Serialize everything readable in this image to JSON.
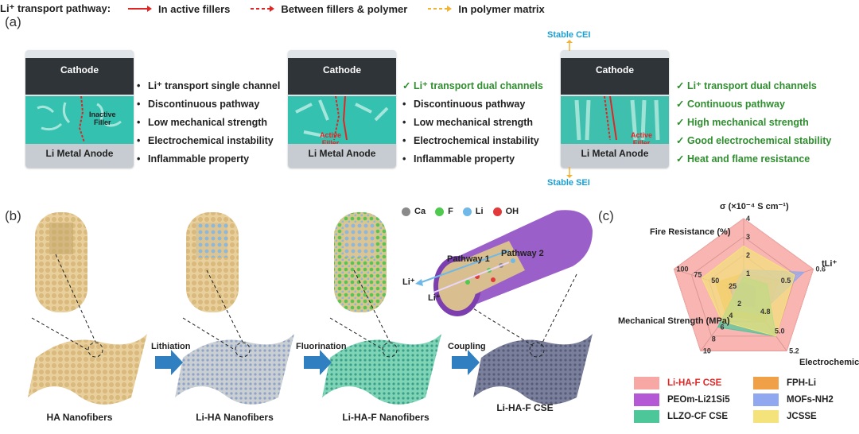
{
  "panels": {
    "a": "(a)",
    "b": "(b)",
    "c": "(c)"
  },
  "transport_legend": {
    "title": "Li⁺ transport pathway:",
    "items": [
      {
        "label": "In active fillers",
        "color": "#e02525",
        "style": "solid"
      },
      {
        "label": "Between fillers & polymer",
        "color": "#e02525",
        "style": "dashed"
      },
      {
        "label": "In polymer matrix",
        "color": "#f2b233",
        "style": "dashed"
      }
    ]
  },
  "cells": [
    {
      "cathode": "Cathode",
      "anode": "Li Metal Anode",
      "filler": "Inactive\nFiller"
    },
    {
      "cathode": "Cathode",
      "anode": "Li Metal Anode",
      "filler": "Active\nFiller"
    },
    {
      "cathode": "Cathode",
      "anode": "Li Metal Anode",
      "filler": "Active\nFiller"
    }
  ],
  "stable_cei": "Stable CEI",
  "stable_sei": "Stable SEI",
  "lists": [
    {
      "items": [
        {
          "mark": "•",
          "text": "Li⁺ transport single channel",
          "good": false
        },
        {
          "mark": "•",
          "text": "Discontinuous pathway",
          "good": false
        },
        {
          "mark": "•",
          "text": "Low mechanical strength",
          "good": false
        },
        {
          "mark": "•",
          "text": "Electrochemical instability",
          "good": false
        },
        {
          "mark": "•",
          "text": "Inflammable property",
          "good": false
        }
      ]
    },
    {
      "items": [
        {
          "mark": "✓",
          "text": "Li⁺ transport dual channels",
          "good": true
        },
        {
          "mark": "•",
          "text": "Discontinuous pathway",
          "good": false
        },
        {
          "mark": "•",
          "text": "Low mechanical strength",
          "good": false
        },
        {
          "mark": "•",
          "text": "Electrochemical instability",
          "good": false
        },
        {
          "mark": "•",
          "text": "Inflammable property",
          "good": false
        }
      ]
    },
    {
      "items": [
        {
          "mark": "✓",
          "text": "Li⁺ transport dual channels",
          "good": true
        },
        {
          "mark": "✓",
          "text": "Continuous pathway",
          "good": true
        },
        {
          "mark": "✓",
          "text": "High mechanical strength",
          "good": true
        },
        {
          "mark": "✓",
          "text": "Good  electrochemical stability",
          "good": true
        },
        {
          "mark": "✓",
          "text": "Heat and flame resistance",
          "good": true
        }
      ]
    }
  ],
  "atoms": [
    {
      "label": "Ca",
      "color": "#8a8a8a"
    },
    {
      "label": "F",
      "color": "#4fc94f"
    },
    {
      "label": "Li",
      "color": "#6fb8e8"
    },
    {
      "label": "OH",
      "color": "#e23a3a"
    }
  ],
  "pathways": {
    "p1": "Pathway 1",
    "p2": "Pathway 2",
    "li1": "Li⁺",
    "li2": "Li⁺"
  },
  "stages": [
    "HA Nanofibers",
    "Li-HA Nanofibers",
    "Li-HA-F Nanofibers",
    "Li-HA-F CSE"
  ],
  "steps": [
    "Lithiation",
    "Fluorination",
    "Coupling"
  ],
  "chart_data": {
    "type": "radar",
    "axes": [
      {
        "label": "σ (×10⁻⁴ S cm⁻¹)",
        "ticks": [
          "1",
          "2",
          "3",
          "4"
        ],
        "range": [
          0,
          4
        ]
      },
      {
        "label": "tLi⁺",
        "ticks": [
          "0.5",
          "0.6"
        ],
        "range": [
          0.4,
          0.7
        ]
      },
      {
        "label": "Electrochemical Window (V)",
        "ticks": [
          "4.8",
          "5.0",
          "5.2"
        ],
        "range": [
          4.4,
          5.2
        ]
      },
      {
        "label": "Mechanical Strength (MPa)",
        "ticks": [
          "2",
          "4",
          "6",
          "8",
          "10"
        ],
        "range": [
          0,
          10
        ]
      },
      {
        "label": "Fire Resistance (%)",
        "ticks": [
          "25",
          "50",
          "75",
          "100"
        ],
        "range": [
          0,
          100
        ]
      }
    ],
    "series": [
      {
        "name": "Li-HA-F CSE",
        "color": "#f8a8a4",
        "values": [
          4.0,
          0.7,
          5.2,
          10,
          100
        ]
      },
      {
        "name": "FPH-Li",
        "color": "#f0a046",
        "values": [
          1.0,
          0.55,
          4.8,
          4,
          40
        ]
      },
      {
        "name": "PEOm-Li21Si5",
        "color": "#b558d6",
        "values": [
          0.5,
          0.45,
          4.6,
          2,
          20
        ]
      },
      {
        "name": "MOFs-NH2",
        "color": "#8fa8f0",
        "values": [
          1.2,
          0.66,
          4.7,
          3,
          15
        ]
      },
      {
        "name": "LLZO-CF CSE",
        "color": "#4cc79a",
        "values": [
          0.8,
          0.5,
          5.0,
          6,
          10
        ]
      },
      {
        "name": "JCSSE",
        "color": "#f3e37a",
        "values": [
          2.5,
          0.62,
          5.0,
          5,
          60
        ]
      }
    ]
  }
}
